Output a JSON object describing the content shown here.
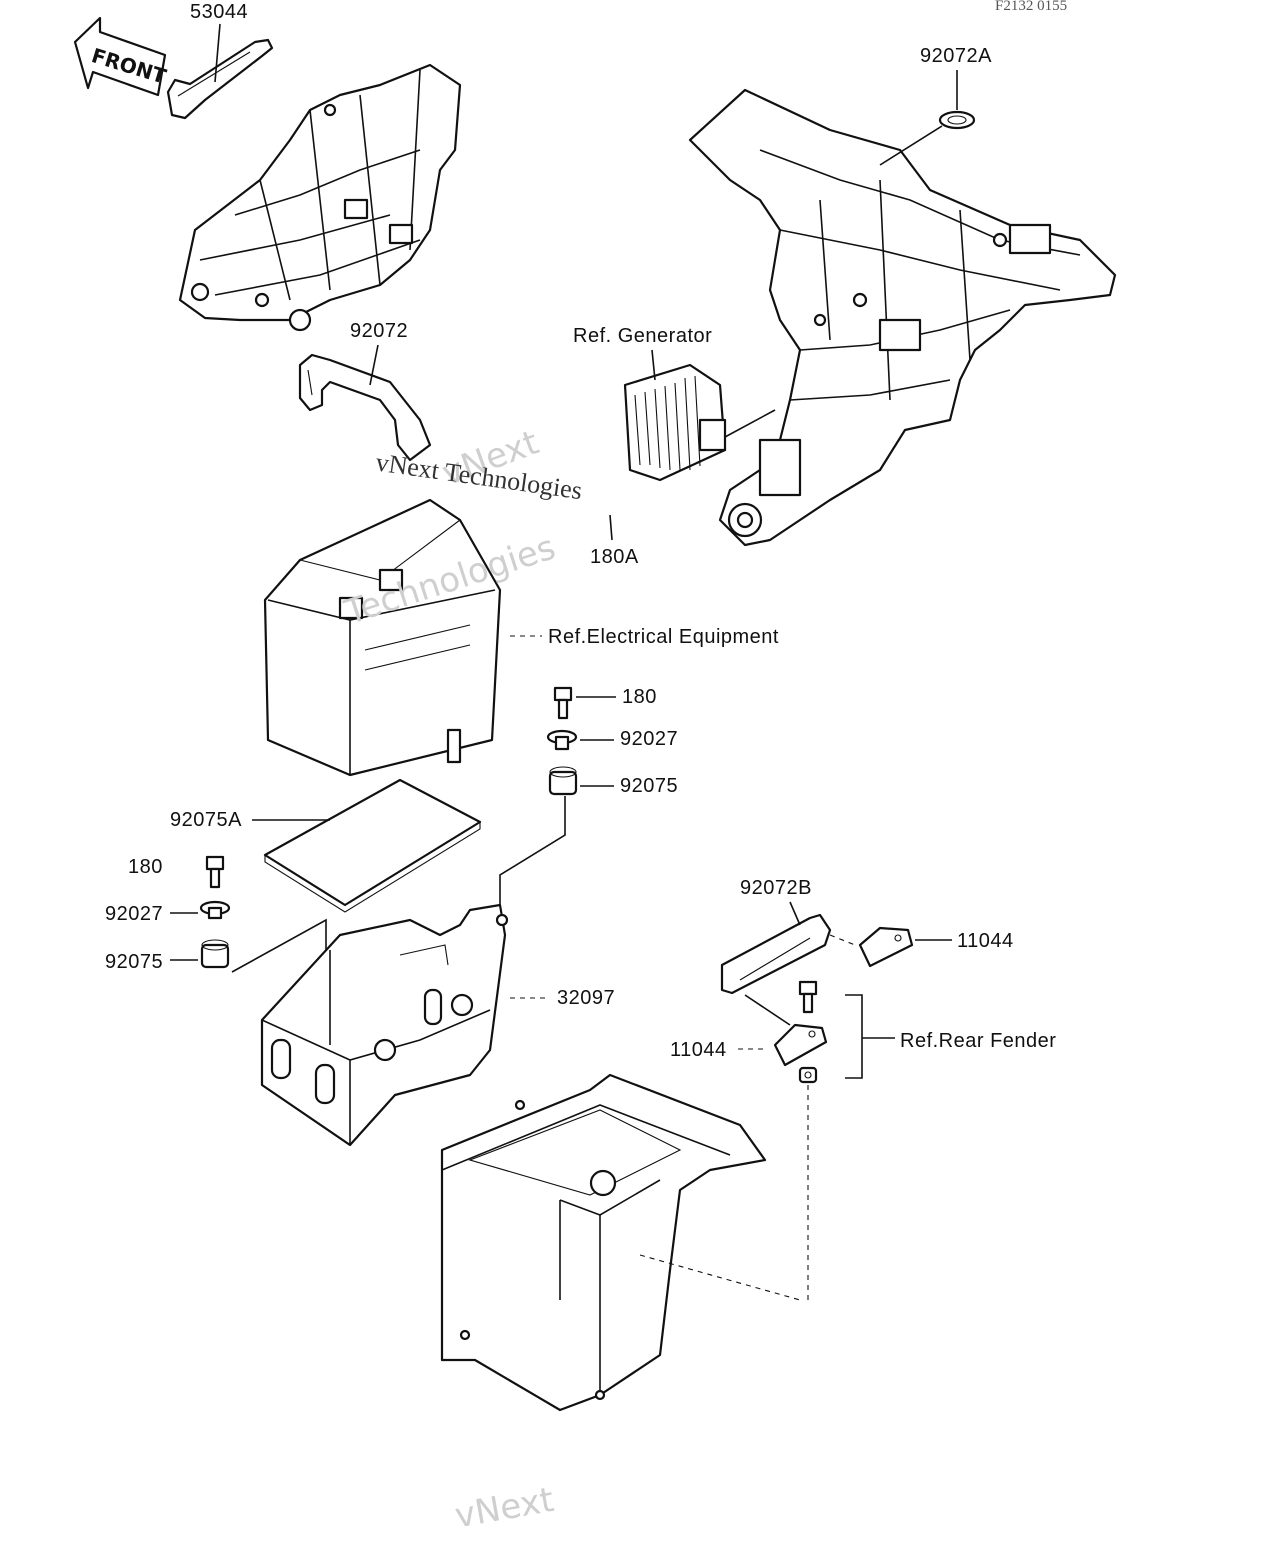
{
  "diagram": {
    "code": "F2132 0155",
    "front_arrow": "FRONT",
    "watermark_main": "vNext Technologies",
    "watermark_faint_1": "vNext",
    "watermark_faint_2": "Technologies",
    "watermark_bottom": "vNext",
    "labels": {
      "p53044": "53044",
      "p92072A": "92072A",
      "p92072": "92072",
      "ref_generator": "Ref. Generator",
      "p180A": "180A",
      "ref_electrical": "Ref.Electrical Equipment",
      "p180_right": "180",
      "p92027_right": "92027",
      "p92075_right": "92075",
      "p92075A": "92075A",
      "p180_left": "180",
      "p92027_left": "92027",
      "p92075_left": "92075",
      "p32097": "32097",
      "p92072B": "92072B",
      "p11044_top": "11044",
      "p11044_bottom": "11044",
      "ref_rear_fender": "Ref.Rear Fender"
    }
  }
}
